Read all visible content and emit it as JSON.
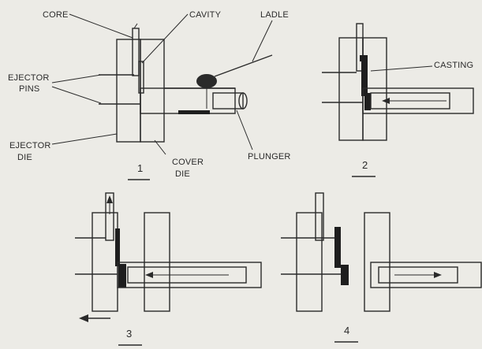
{
  "labels": {
    "core": "CORE",
    "cavity": "CAVITY",
    "ladle": "LADLE",
    "ejector_pins_1": "EJECTOR",
    "ejector_pins_2": "PINS",
    "ejector_die_1": "EJECTOR",
    "ejector_die_2": "DIE",
    "cover_die_1": "COVER",
    "cover_die_2": "DIE",
    "plunger": "PLUNGER",
    "casting": "CASTING"
  },
  "steps": {
    "s1": "1",
    "s2": "2",
    "s3": "3",
    "s4": "4"
  },
  "colors": {
    "ink": "#2a2a2a",
    "paper": "#ecebe6",
    "metal": "#1e1e1e"
  }
}
